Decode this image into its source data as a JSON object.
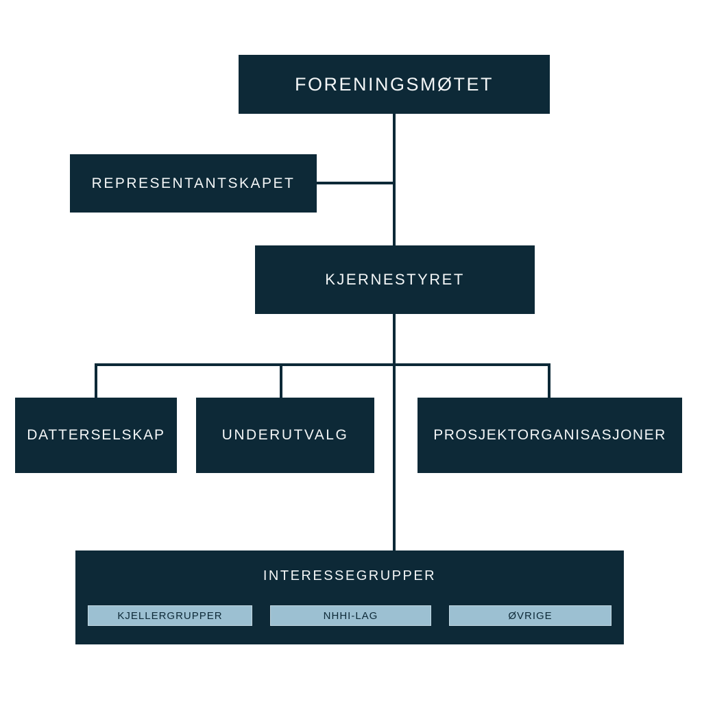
{
  "colors": {
    "background": "#ffffff",
    "box": "#0d2937",
    "line": "#0d2937",
    "box_text": "#f3f6f7",
    "light_box": "#9cc0d2",
    "light_box_border": "#c2d7e0",
    "light_box_text": "#0d2937"
  },
  "nodes": {
    "foreningsmotet": {
      "label": "FORENINGSMØTET"
    },
    "representantskapet": {
      "label": "REPRESENTANTSKAPET"
    },
    "kjernestyret": {
      "label": "KJERNESTYRET"
    },
    "datterselskap": {
      "label": "DATTERSELSKAP"
    },
    "underutvalg": {
      "label": "UNDERUTVALG"
    },
    "prosjektorganisasjoner": {
      "label": "PROSJEKTORGANISASJONER"
    },
    "interessegrupper": {
      "label": "INTERESSEGRUPPER",
      "subgroups": [
        {
          "label": "KJELLERGRUPPER"
        },
        {
          "label": "NHHI-LAG"
        },
        {
          "label": "ØVRIGE"
        }
      ]
    }
  }
}
